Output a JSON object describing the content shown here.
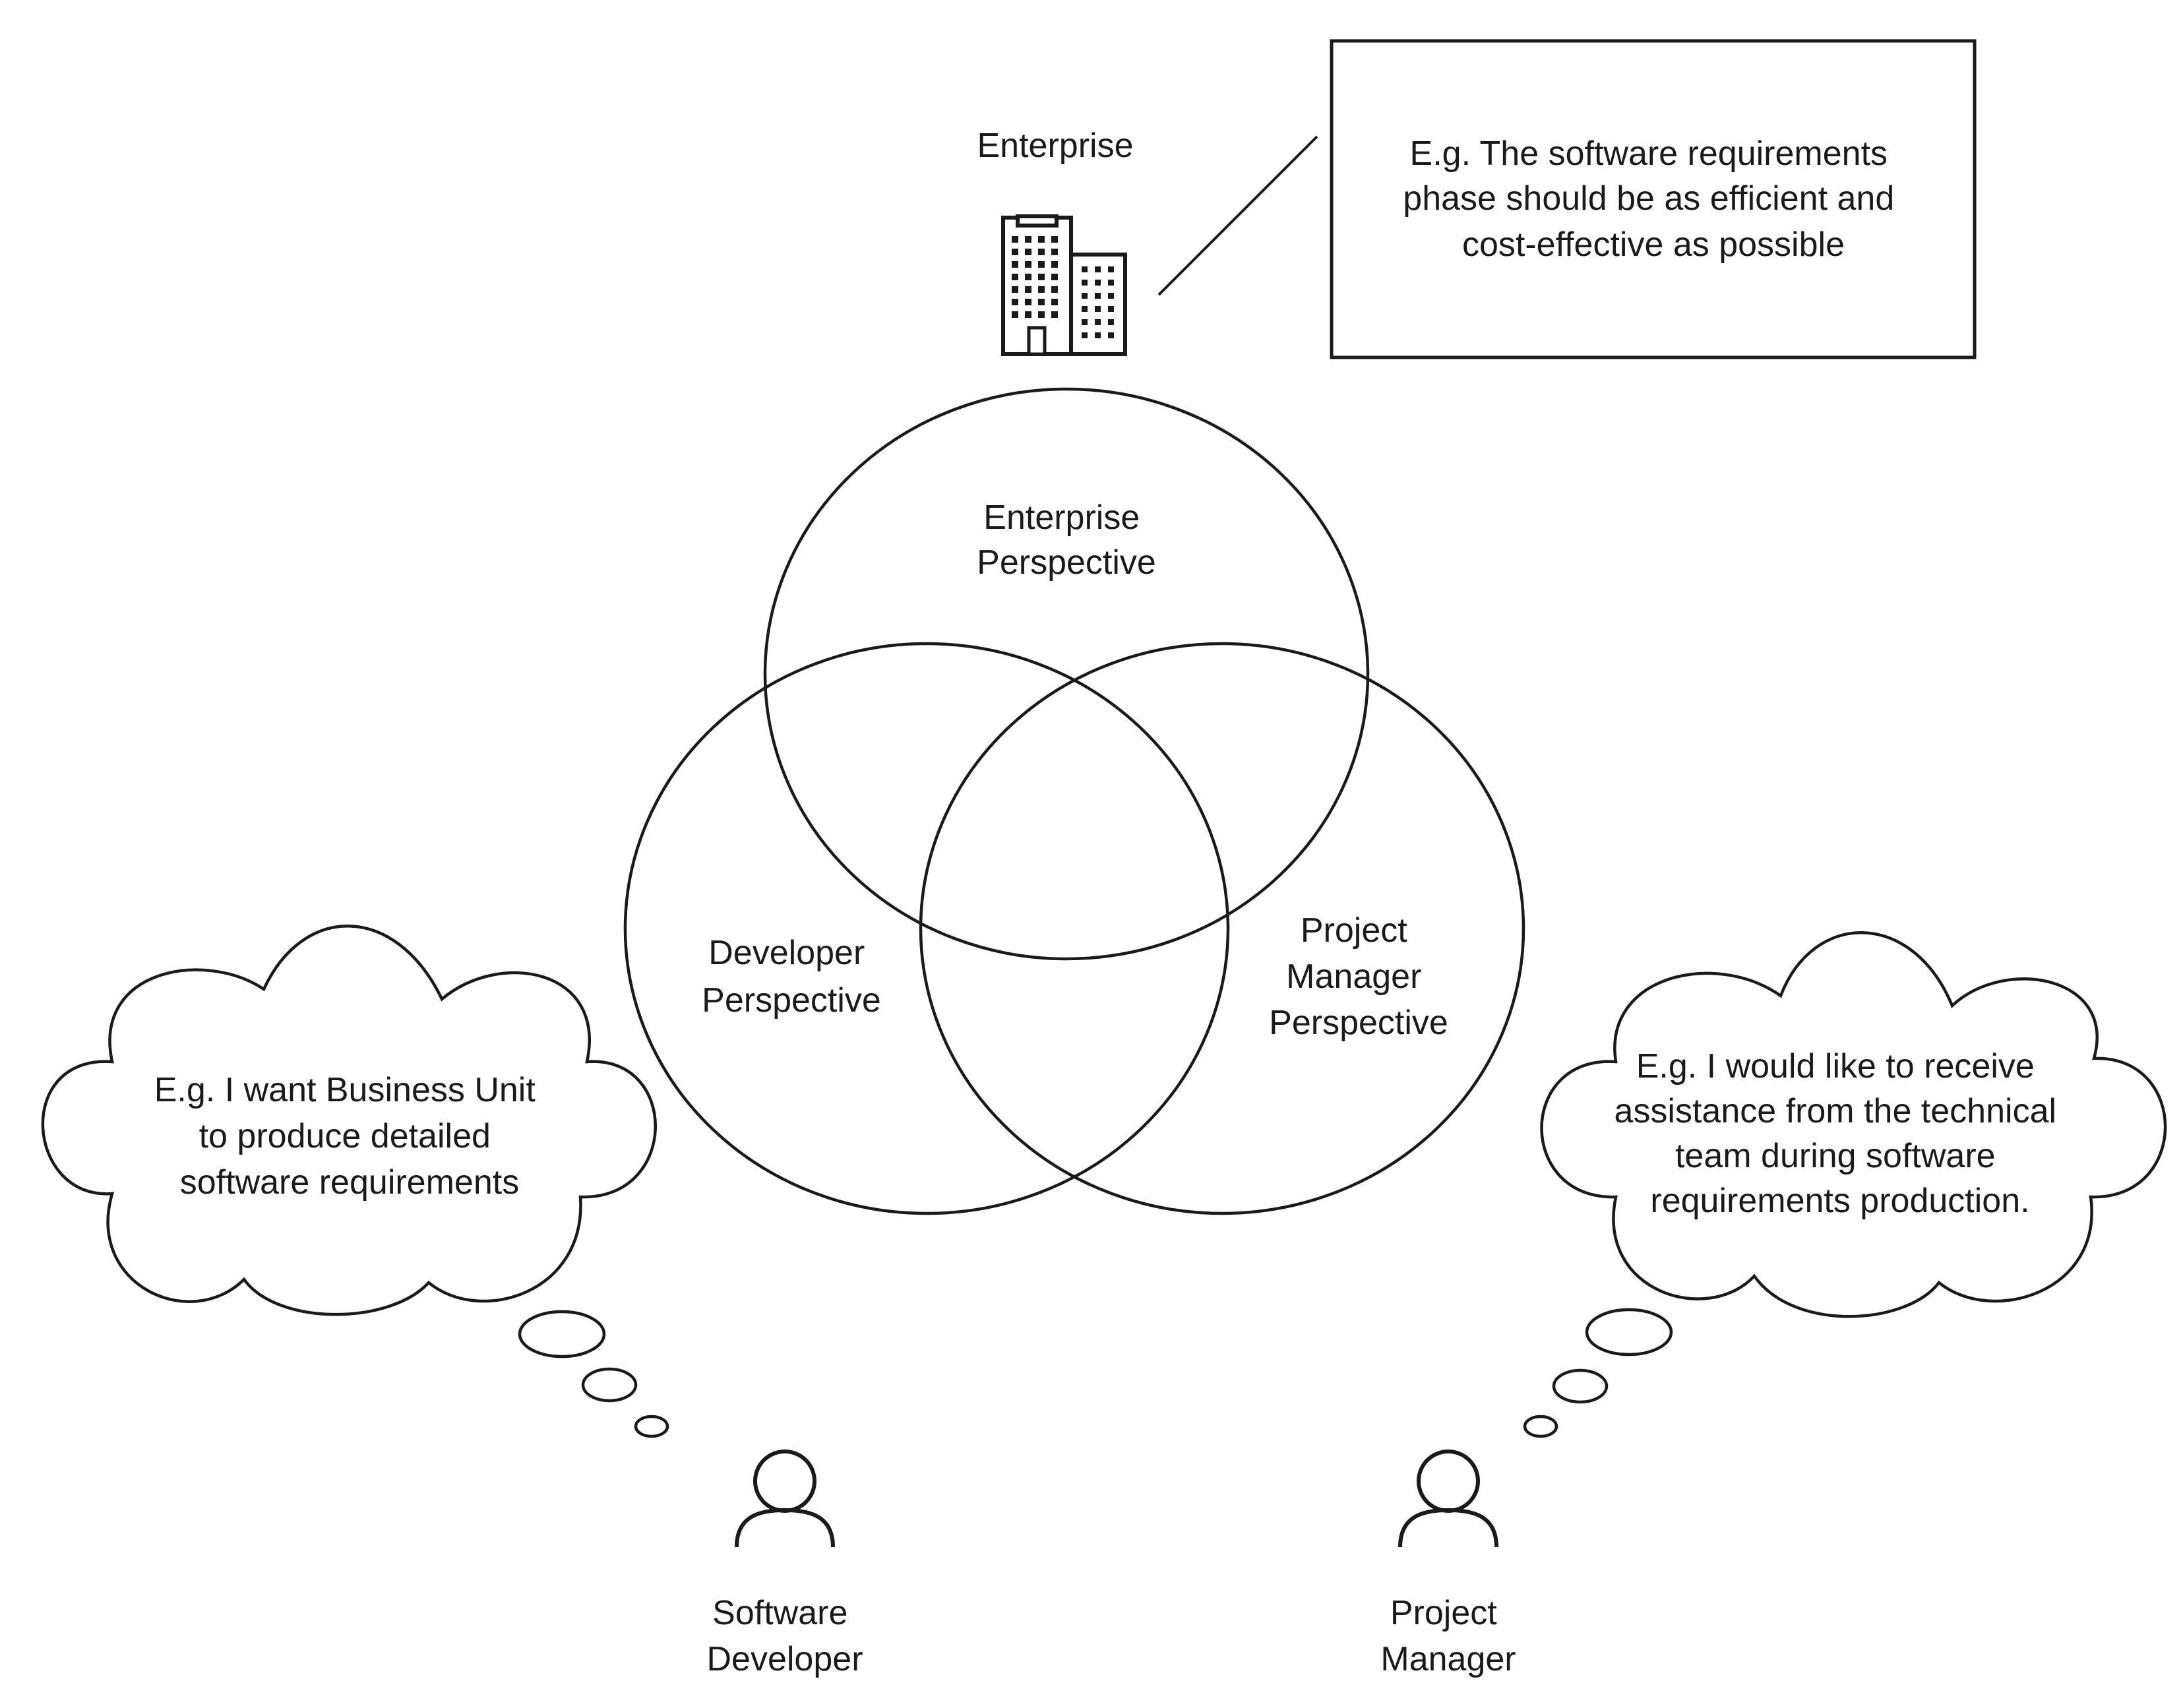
{
  "enterprise": {
    "label": "Enterprise",
    "note_lines": [
      "E.g. The software requirements",
      "phase should be as efficient and",
      "cost-effective as possible"
    ]
  },
  "venn": {
    "enterprise_lines": [
      "Enterprise",
      "Perspective"
    ],
    "developer_lines": [
      "Developer",
      "Perspective"
    ],
    "pm_lines": [
      "Project",
      "Manager",
      "Perspective"
    ]
  },
  "developer": {
    "thought_lines": [
      "E.g. I want Business Unit",
      "to produce detailed",
      "software requirements"
    ],
    "name_lines": [
      "Software",
      "Developer"
    ]
  },
  "project_manager": {
    "thought_lines": [
      "E.g. I would like to receive",
      "assistance from the technical",
      "team during software",
      "requirements production."
    ],
    "name_lines": [
      "Project",
      "Manager"
    ]
  },
  "colors": {
    "stroke": "#1a1a1a",
    "background": "#ffffff"
  },
  "icons": [
    "building-icon",
    "user-icon"
  ]
}
